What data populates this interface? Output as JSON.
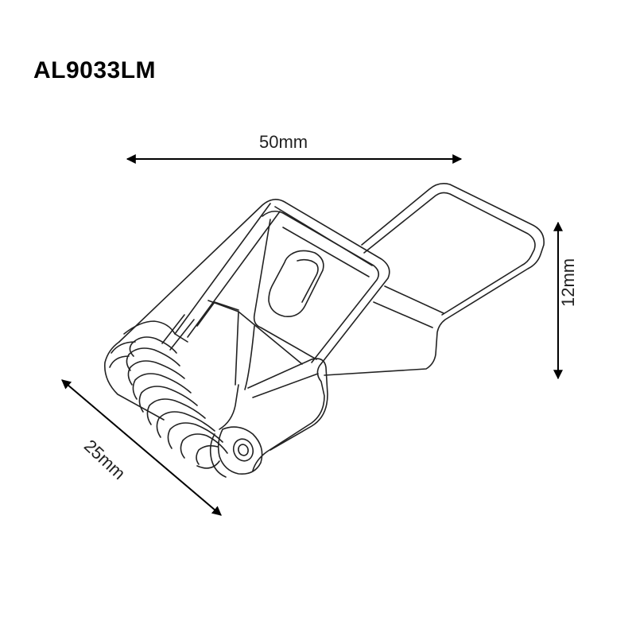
{
  "title": "AL9033LM",
  "dimensions": {
    "length": "50mm",
    "height": "12mm",
    "width": "25mm"
  },
  "colors": {
    "line": "#222222",
    "arrow": "#000000"
  }
}
